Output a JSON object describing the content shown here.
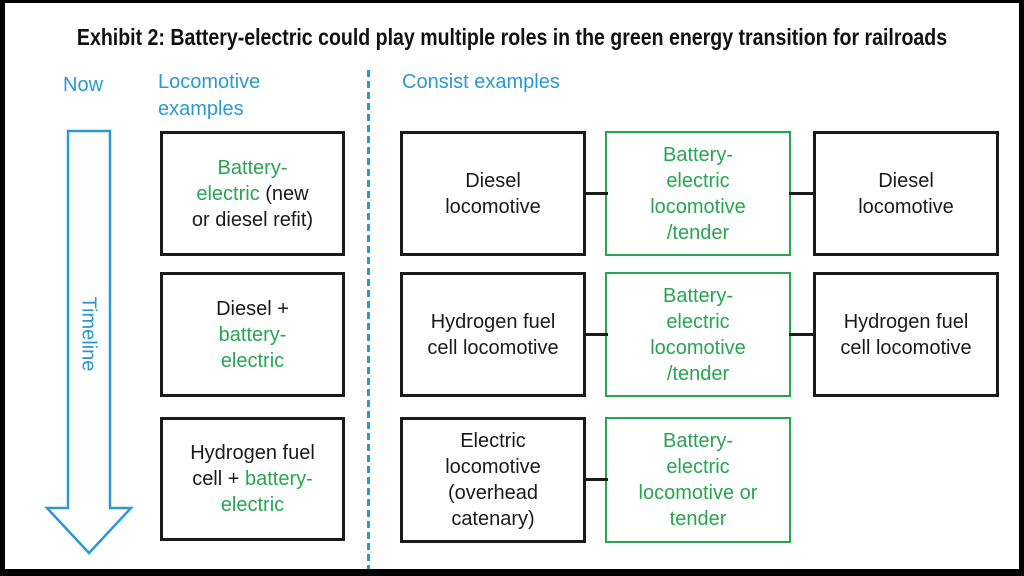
{
  "title": "Exhibit 2: Battery-electric could play multiple roles in the green energy transition for railroads",
  "colors": {
    "blue_accent": "#2b98d1",
    "green_accent": "#27a550",
    "text_black": "#1a1a1a",
    "frame_black": "#000000",
    "background": "#ffffff"
  },
  "timeline": {
    "now_label": "Now",
    "arrow_label": "Timeline"
  },
  "locomotive_column": {
    "header": "Locomotive examples",
    "boxes": [
      {
        "lines": [
          {
            "segments": [
              {
                "text": "Battery-",
                "color": "green"
              }
            ]
          },
          {
            "segments": [
              {
                "text": "electric",
                "color": "green"
              },
              {
                "text": " (new",
                "color": "black"
              }
            ]
          },
          {
            "segments": [
              {
                "text": "or diesel refit)",
                "color": "black"
              }
            ]
          }
        ]
      },
      {
        "lines": [
          {
            "segments": [
              {
                "text": "Diesel +",
                "color": "black"
              }
            ]
          },
          {
            "segments": [
              {
                "text": "battery-",
                "color": "green"
              }
            ]
          },
          {
            "segments": [
              {
                "text": "electric",
                "color": "green"
              }
            ]
          }
        ]
      },
      {
        "lines": [
          {
            "segments": [
              {
                "text": "Hydrogen fuel",
                "color": "black"
              }
            ]
          },
          {
            "segments": [
              {
                "text": "cell + ",
                "color": "black"
              },
              {
                "text": "battery-",
                "color": "green"
              }
            ]
          },
          {
            "segments": [
              {
                "text": "electric",
                "color": "green"
              }
            ]
          }
        ]
      }
    ]
  },
  "consist_column": {
    "header": "Consist examples",
    "rows": [
      {
        "left": {
          "lines": [
            "Diesel",
            "locomotive"
          ]
        },
        "middle": {
          "lines": [
            "Battery-",
            "electric",
            "locomotive",
            "/tender"
          ]
        },
        "right": {
          "lines": [
            "Diesel",
            "locomotive"
          ]
        }
      },
      {
        "left": {
          "lines": [
            "Hydrogen fuel",
            "cell locomotive"
          ]
        },
        "middle": {
          "lines": [
            "Battery-",
            "electric",
            "locomotive",
            "/tender"
          ]
        },
        "right": {
          "lines": [
            "Hydrogen fuel",
            "cell locomotive"
          ]
        }
      },
      {
        "left": {
          "lines": [
            "Electric",
            "locomotive",
            "(overhead",
            "catenary)"
          ]
        },
        "middle": {
          "lines": [
            "Battery-",
            "electric",
            "locomotive or",
            "tender"
          ]
        }
      }
    ]
  }
}
